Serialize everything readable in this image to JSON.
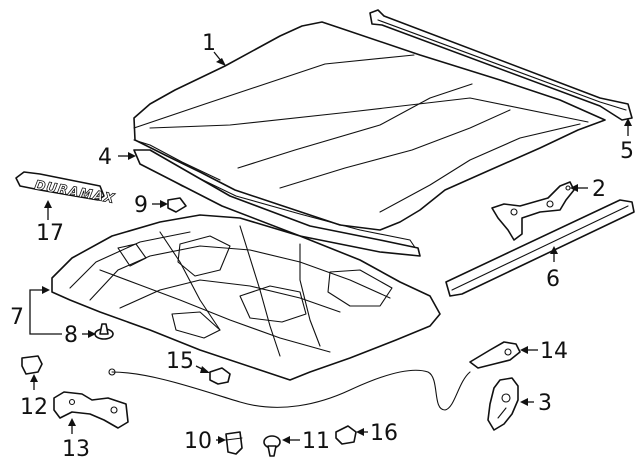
{
  "callouts": [
    {
      "id": "1",
      "label": "1"
    },
    {
      "id": "2",
      "label": "2"
    },
    {
      "id": "3",
      "label": "3"
    },
    {
      "id": "4",
      "label": "4"
    },
    {
      "id": "5",
      "label": "5"
    },
    {
      "id": "6",
      "label": "6"
    },
    {
      "id": "7",
      "label": "7"
    },
    {
      "id": "8",
      "label": "8"
    },
    {
      "id": "9",
      "label": "9"
    },
    {
      "id": "10",
      "label": "10"
    },
    {
      "id": "11",
      "label": "11"
    },
    {
      "id": "12",
      "label": "12"
    },
    {
      "id": "13",
      "label": "13"
    },
    {
      "id": "14",
      "label": "14"
    },
    {
      "id": "15",
      "label": "15"
    },
    {
      "id": "16",
      "label": "16"
    },
    {
      "id": "17",
      "label": "17"
    }
  ],
  "emblem": {
    "text": "DURAMAX"
  }
}
